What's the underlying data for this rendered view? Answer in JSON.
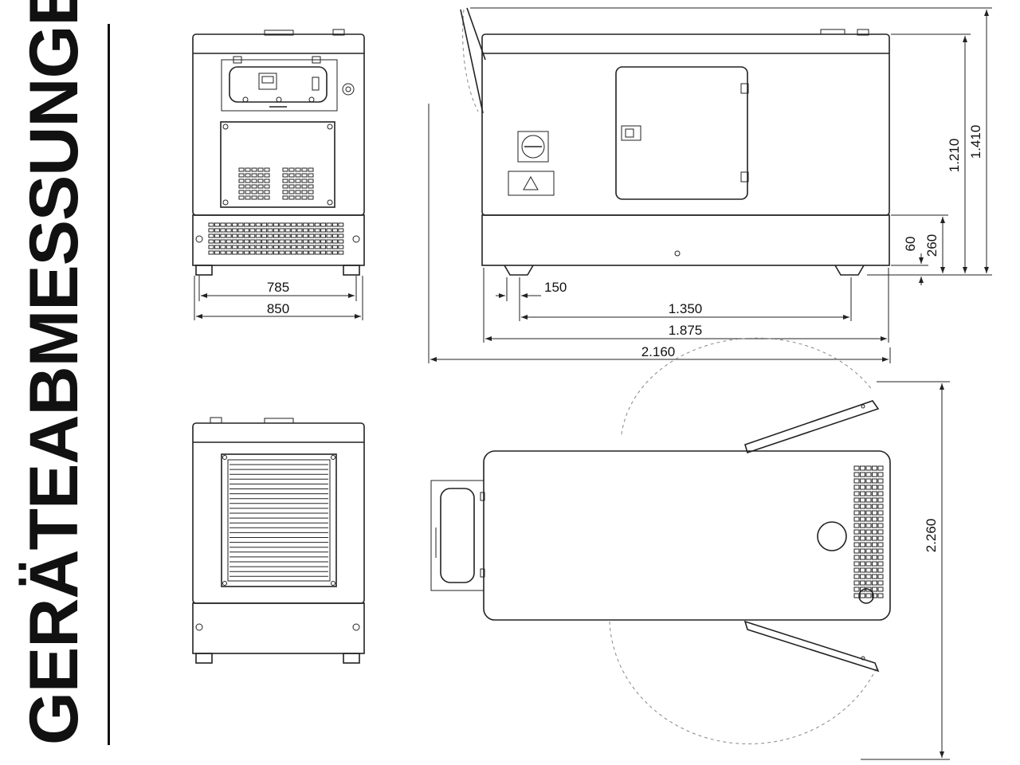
{
  "title": "GERÄTEABMESSUNGEN",
  "dimensions": {
    "front_inner_width": "785",
    "front_outer_width": "850",
    "foot_width": "150",
    "foot_spacing": "1.350",
    "body_length": "1.875",
    "total_length_open": "2.160",
    "body_height": "1.210",
    "total_height": "1.410",
    "base_height": "260",
    "foot_height": "60",
    "top_view_depth_open": "2.260"
  }
}
